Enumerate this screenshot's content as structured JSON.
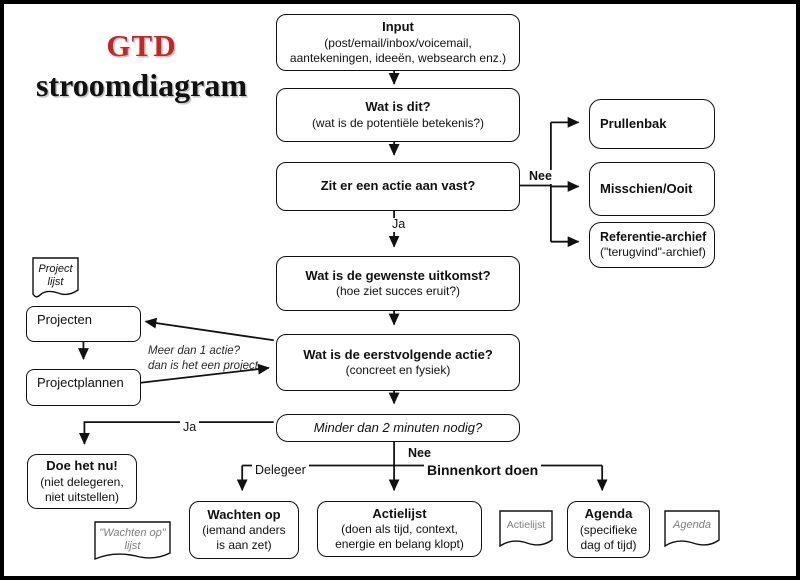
{
  "title": {
    "brand": "GTD",
    "subtitle": "stroomdiagram"
  },
  "colors": {
    "accent_red": "#cc2222",
    "line": "#111111",
    "note_text": "#7d7d7d"
  },
  "nodes": {
    "input": {
      "title": "Input",
      "line1": "(post/email/inbox/voicemail,",
      "line2": "aantekeningen, ideeën, websearch enz.)"
    },
    "wat_is_dit": {
      "title": "Wat is dit?",
      "line1": "(wat is de potentiële betekenis?)"
    },
    "actie_vast": {
      "title": "Zit er een actie aan vast?"
    },
    "prullenbak": {
      "title": "Prullenbak"
    },
    "misschien_ooit": {
      "title": "Misschien/Ooit"
    },
    "referentie_archief": {
      "title": "Referentie-archief",
      "line1": "(\"terugvind\"-archief)"
    },
    "gewenste_uitkomst": {
      "title": "Wat is de gewenste uitkomst?",
      "line1": "(hoe ziet succes eruit?)"
    },
    "eerstvolgende_actie": {
      "title": "Wat is de eerstvolgende actie?",
      "line1": "(concreet en fysiek)"
    },
    "minder_2_minuten": {
      "title": "Minder dan 2 minuten nodig?"
    },
    "projecten": {
      "title": "Projecten"
    },
    "projectplannen": {
      "title": "Projectplannen"
    },
    "doe_het_nu": {
      "title": "Doe het nu!",
      "line1": "(niet delegeren,",
      "line2": "niet uitstellen)"
    },
    "wachten_op": {
      "title": "Wachten op",
      "line1": "(iemand anders",
      "line2": "is aan zet)"
    },
    "actielijst": {
      "title": "Actielijst",
      "line1": "(doen als tijd, context,",
      "line2": "energie en belang klopt)"
    },
    "agenda": {
      "title": "Agenda",
      "line1": "(specifieke",
      "line2": "dag of tijd)"
    }
  },
  "notes": {
    "project_lijst": {
      "line1": "Project",
      "line2": "lijst"
    },
    "wachten_op_lijst": {
      "line1": "\"Wachten op\"",
      "line2": "lijst"
    },
    "actielijst": {
      "line1": "Actielijst"
    },
    "agenda": {
      "line1": "Agenda"
    }
  },
  "edge_labels": {
    "nee_actie": "Nee",
    "ja_actie": "Ja",
    "ja_2min": "Ja",
    "nee_2min": "Nee",
    "delegeer": "Delegeer",
    "binnenkort_doen": "Binnenkort doen",
    "meer_dan_1_line1": "Meer dan 1 actie?",
    "meer_dan_1_line2": "dan is het een project"
  }
}
